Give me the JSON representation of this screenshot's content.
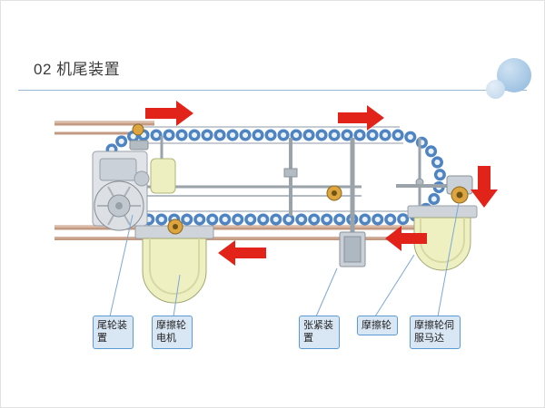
{
  "slide": {
    "title": "02 机尾装置"
  },
  "callouts": [
    {
      "id": "tail-wheel-device",
      "label": "尾轮装置"
    },
    {
      "id": "friction-wheel-motor",
      "label": "摩擦轮电机"
    },
    {
      "id": "tension-device",
      "label": "张紧装置"
    },
    {
      "id": "friction-wheel",
      "label": "摩擦轮"
    },
    {
      "id": "friction-wheel-servo",
      "label": "摩擦轮伺服马达"
    }
  ],
  "diagram": {
    "flow_arrows": [
      "right",
      "right",
      "down",
      "left",
      "left"
    ],
    "icon_names": [
      "flow-arrow-right-icon",
      "flow-arrow-right-icon",
      "flow-arrow-down-icon",
      "flow-arrow-left-icon",
      "flow-arrow-left-icon"
    ]
  },
  "colors": {
    "arrow_red": "#e2231a",
    "callout_fill": "#d9e7f5",
    "callout_border": "#5b9bd5",
    "chain_blue": "#4f84c2",
    "part_yellow": "#eef0c2",
    "metal_gray": "#d9dde1",
    "rail_tan": "#c29a82",
    "accent_orange": "#dda43f",
    "divider_blue": "#9cb8d4",
    "deco_circle_dark": "#8db7dc",
    "deco_circle_light": "#bdd6ec"
  }
}
